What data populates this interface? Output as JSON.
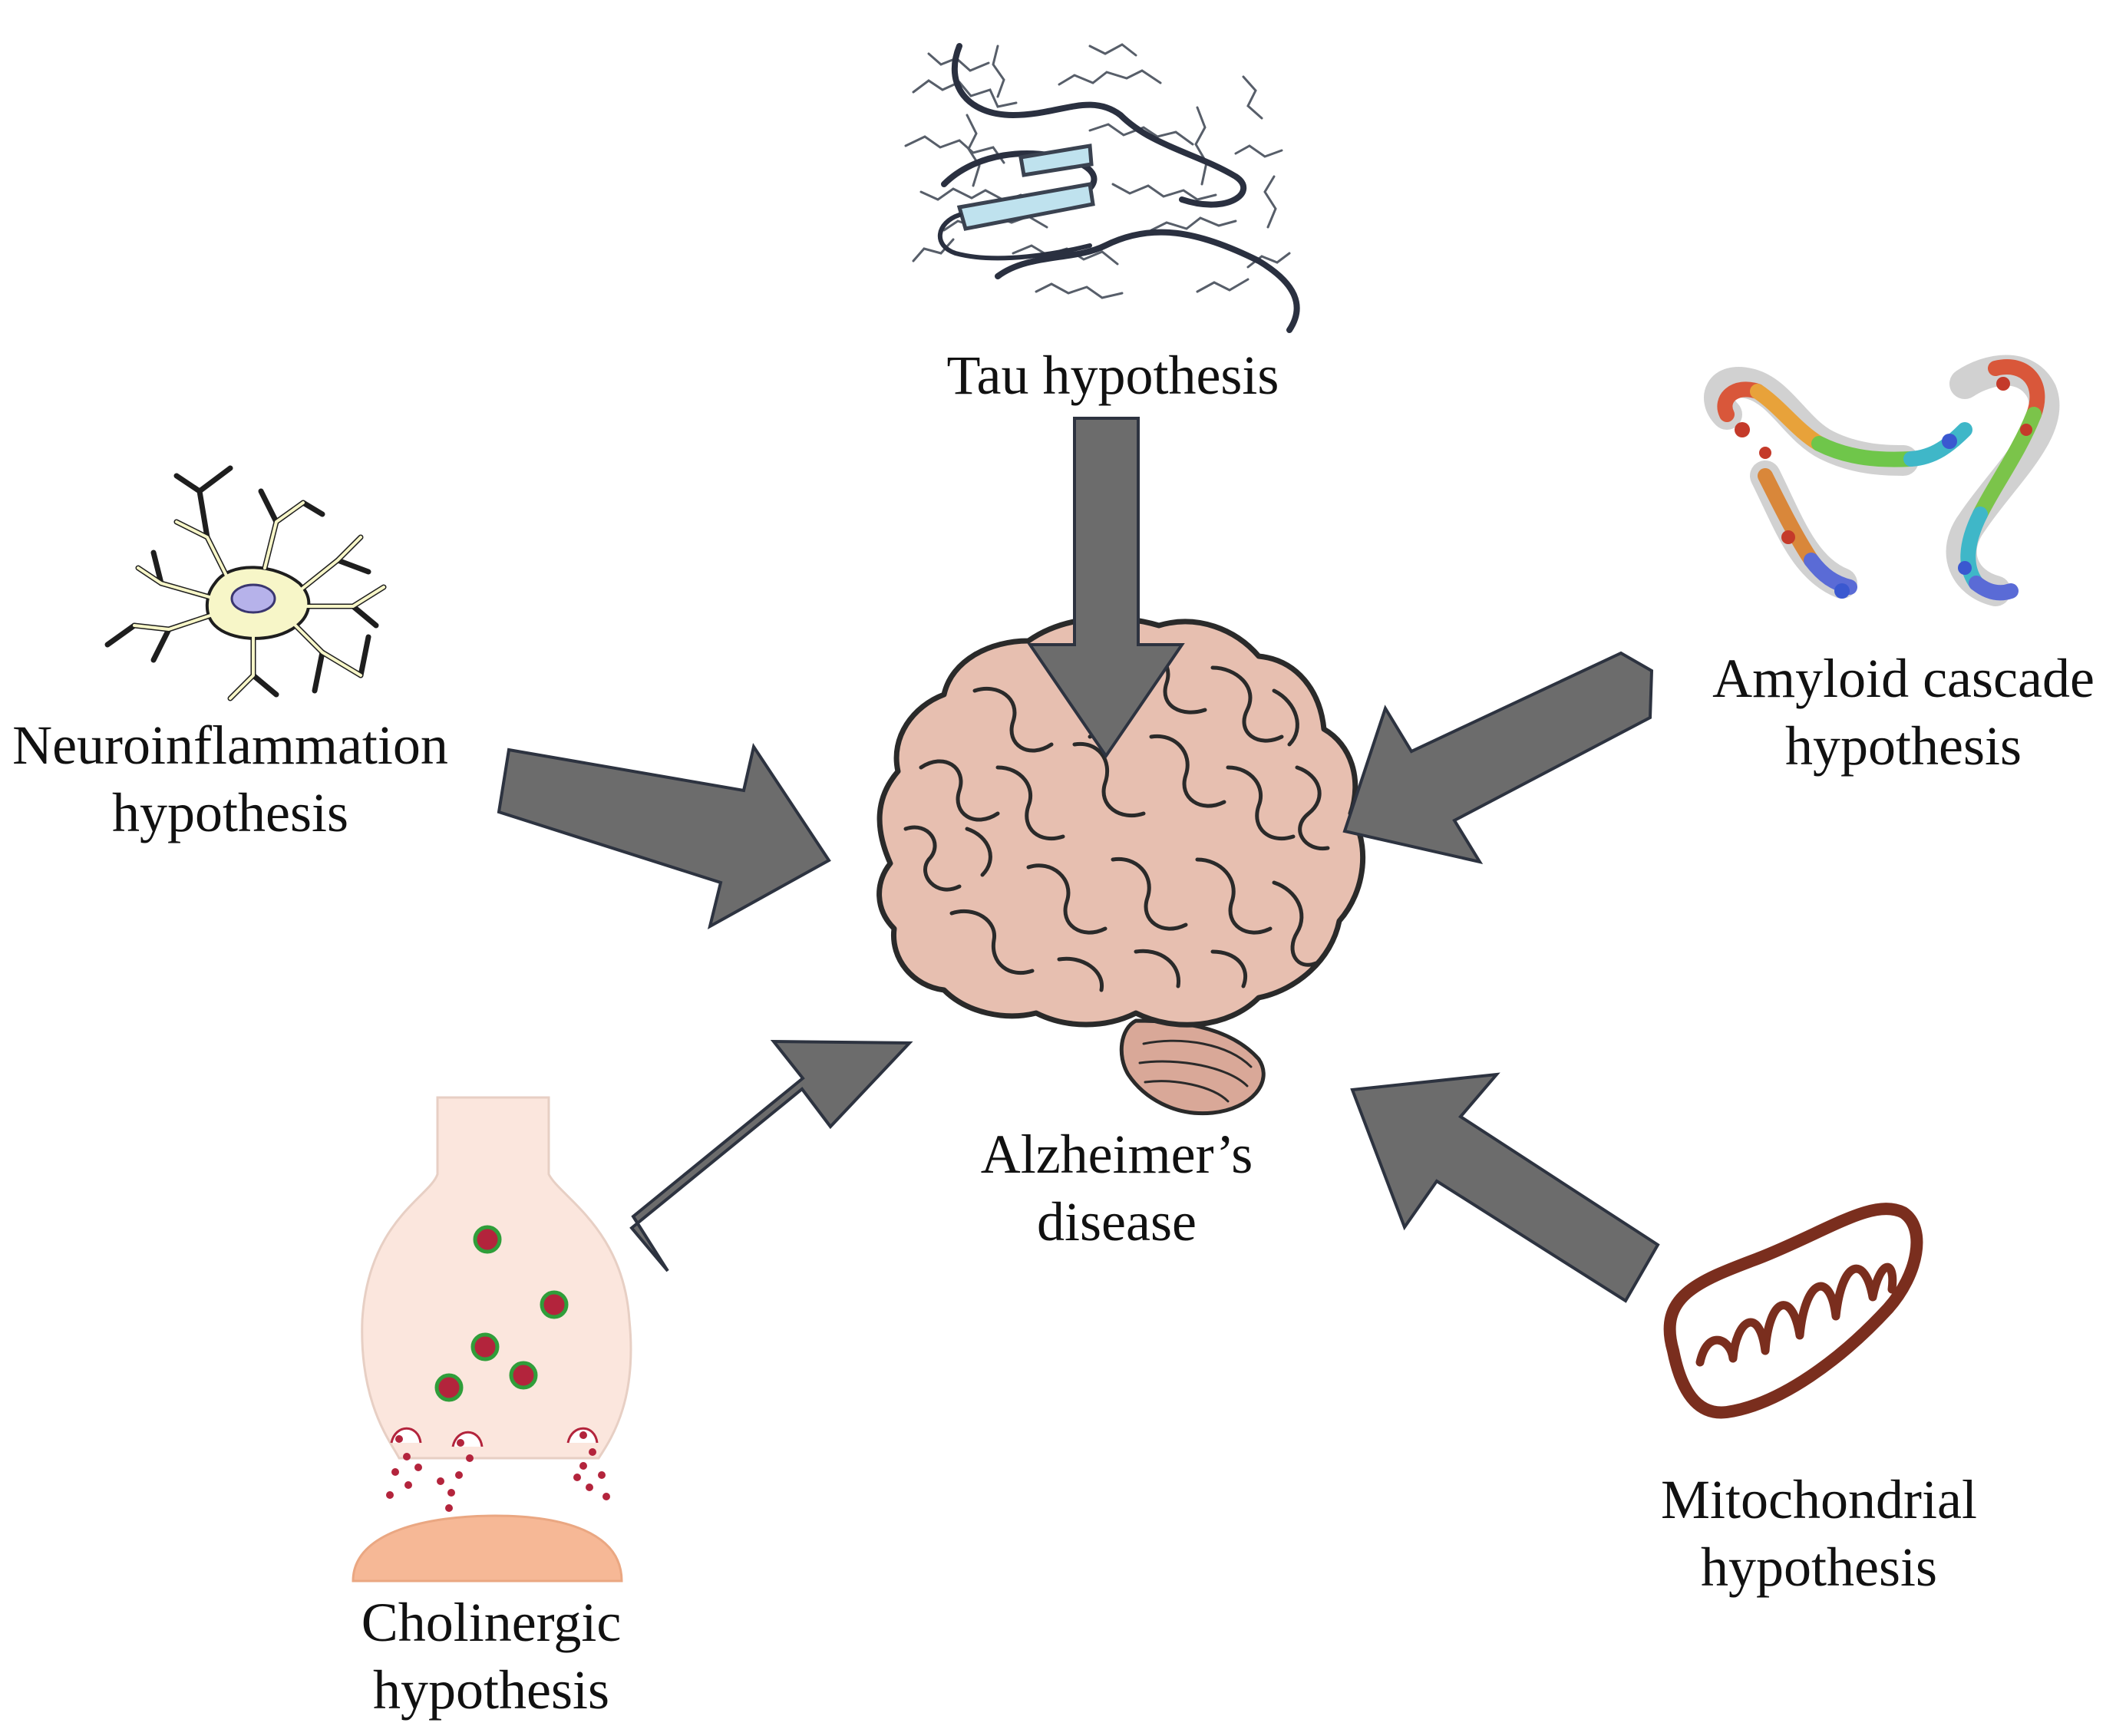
{
  "center": {
    "line1": "Alzheimer’s",
    "line2": "disease"
  },
  "hypotheses": {
    "tau": {
      "line1": "Tau hypothesis"
    },
    "amyloid": {
      "line1": "Amyloid cascade",
      "line2": "hypothesis"
    },
    "neuroinflammation": {
      "line1": "Neuroinflammation",
      "line2": "hypothesis"
    },
    "cholinergic": {
      "line1": "Cholinergic",
      "line2": "hypothesis"
    },
    "mitochondrial": {
      "line1": "Mitochondrial",
      "line2": "hypothesis"
    }
  },
  "colors": {
    "arrow_fill": "#6c6c6c",
    "arrow_stroke": "#2d3340",
    "brain_fill": "#e7bfb0",
    "brain_stroke": "#2a2a2a",
    "microglia_fill": "#f7f6c8",
    "microglia_nucleus": "#b6b2ea",
    "mitochondrion": "#7a2e1e",
    "synapse_pre": "#fbe6dd",
    "synapse_post": "#f6b896",
    "vesicle": "#b3243c"
  }
}
